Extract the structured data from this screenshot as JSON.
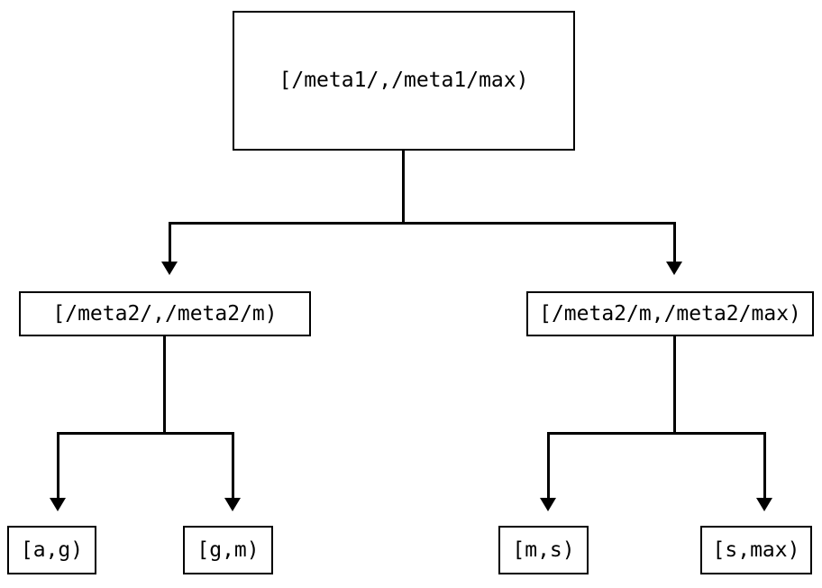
{
  "diagram": {
    "type": "tree",
    "orientation": "top-down",
    "background_color": "#ffffff",
    "line_color": "#000000",
    "text_color": "#000000",
    "nodes": {
      "root": {
        "label": "[/meta1/,/meta1/max)",
        "level": 0
      },
      "level2_left": {
        "label": "[/meta2/,/meta2/m)",
        "level": 1
      },
      "level2_right": {
        "label": "[/meta2/m,/meta2/max)",
        "level": 1
      },
      "leaf_a_g": {
        "label": "[a,g)",
        "level": 2
      },
      "leaf_g_m": {
        "label": "[g,m)",
        "level": 2
      },
      "leaf_m_s": {
        "label": "[m,s)",
        "level": 2
      },
      "leaf_s_max": {
        "label": "[s,max)",
        "level": 2
      }
    },
    "edges": [
      {
        "from": "root",
        "to": "level2_left",
        "arrow": "down"
      },
      {
        "from": "root",
        "to": "level2_right",
        "arrow": "down"
      },
      {
        "from": "level2_left",
        "to": "leaf_a_g",
        "arrow": "down"
      },
      {
        "from": "level2_left",
        "to": "leaf_g_m",
        "arrow": "down"
      },
      {
        "from": "level2_right",
        "to": "leaf_m_s",
        "arrow": "down"
      },
      {
        "from": "level2_right",
        "to": "leaf_s_max",
        "arrow": "down"
      }
    ]
  }
}
